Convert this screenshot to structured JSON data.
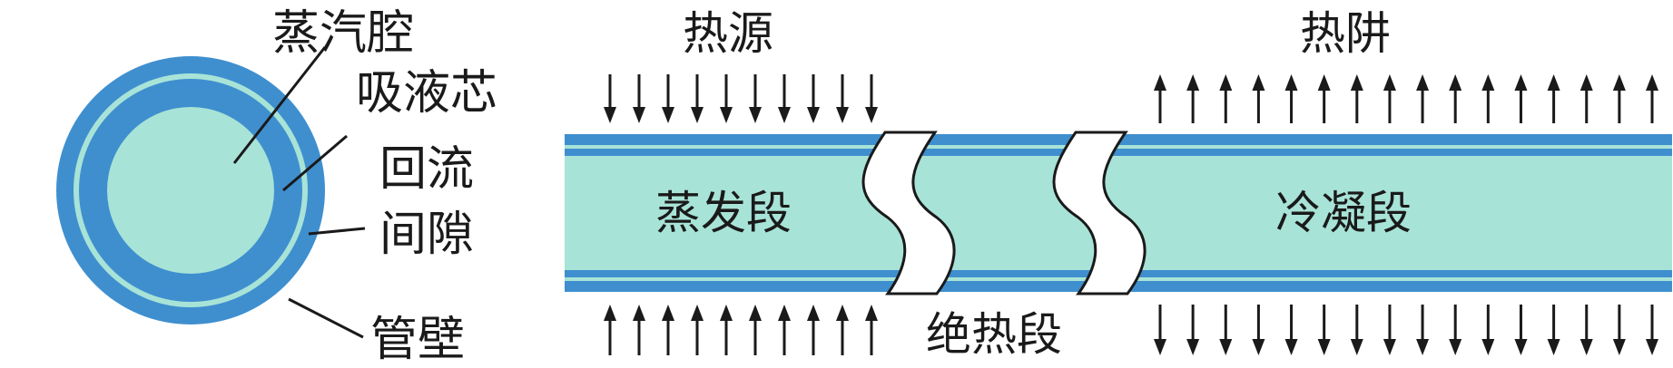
{
  "colors": {
    "wall": "#3f8fcf",
    "wick": "#9fe0d8",
    "vapor": "#a8e3d7",
    "gap": "#a8e3d7",
    "stroke": "#1a1a1a",
    "break_fill": "#ffffff"
  },
  "cross_section": {
    "labels": {
      "vapor_cavity": "蒸汽腔",
      "wick": "吸液芯",
      "return_gap_line1": "回流",
      "return_gap_line2": "间隙",
      "tube_wall": "管壁"
    }
  },
  "pipe": {
    "heat_source": "热源",
    "heat_sink": "热阱",
    "evaporator": "蒸发段",
    "adiabatic": "绝热段",
    "condenser": "冷凝段"
  },
  "arrows": {
    "source_top_count": 10,
    "source_bottom_count": 10,
    "sink_top_count": 16,
    "sink_bottom_count": 16
  }
}
